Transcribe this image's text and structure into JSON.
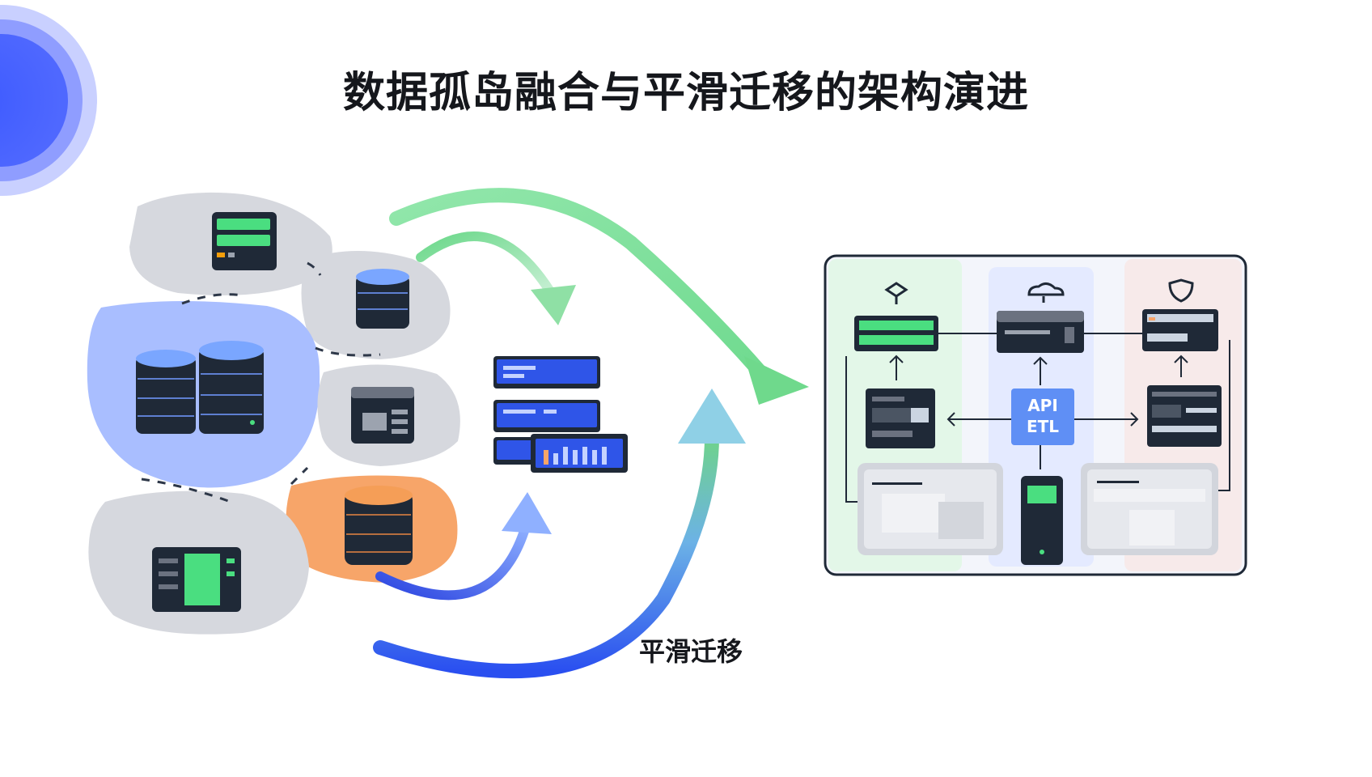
{
  "title": "数据孤岛融合与平滑迁移的架构演进",
  "migration_label": "平滑迁移",
  "integration_hub": {
    "line1": "API",
    "line2": "ETL"
  },
  "colors": {
    "accent_blue": "#3b5bff",
    "accent_green": "#55d67a",
    "accent_orange": "#f7a569",
    "island_gray": "#c9ccd3",
    "dark_node": "#1f2937"
  },
  "icons": {
    "silo_nodes": [
      "server-rack-icon",
      "database-icon",
      "double-database-icon",
      "storage-box-icon",
      "orange-database-icon",
      "green-server-icon"
    ],
    "integration_nodes": [
      "panel-icon",
      "panel-icon",
      "chart-panel-icon"
    ],
    "target_nodes": [
      "network-icon",
      "cloud-icon",
      "shield-icon"
    ]
  }
}
